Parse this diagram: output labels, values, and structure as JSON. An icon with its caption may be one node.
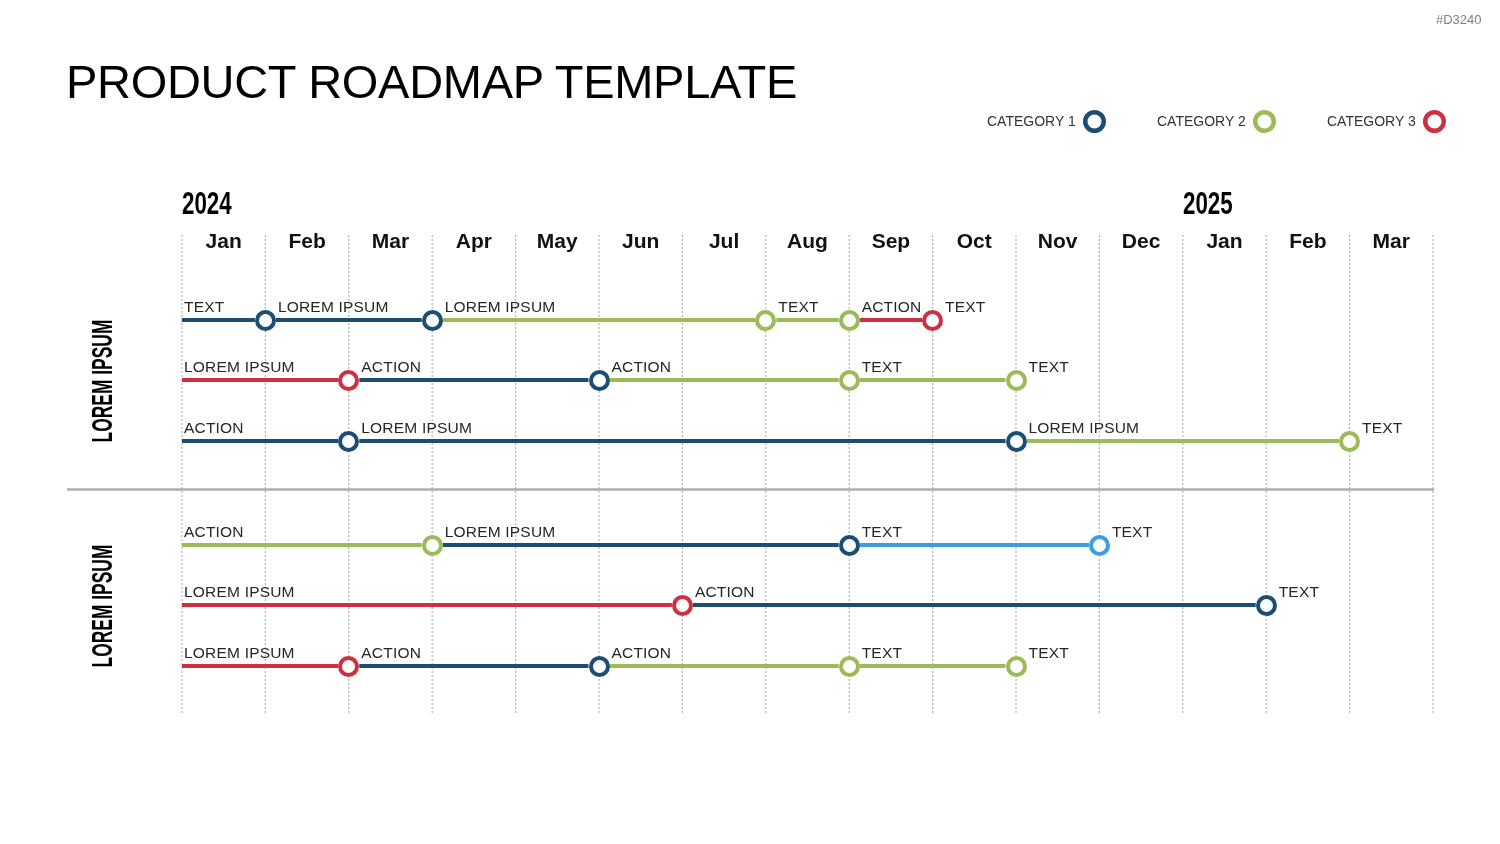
{
  "diagram": {
    "title": "PRODUCT ROADMAP TEMPLATE",
    "nodes": [
      {
        "text": [],
        "shape": "circle"
      },
      {
        "text": [],
        "shape": "circle"
      },
      {
        "text": [],
        "shape": "circle"
      },
      {
        "text": [],
        "shape": "circle"
      },
      {
        "text": [],
        "shape": "circle",
        "beside": [
          "TEXT"
        ]
      },
      {
        "text": [],
        "shape": "circle"
      },
      {
        "text": [],
        "shape": "circle"
      },
      {
        "text": [],
        "shape": "circle"
      },
      {
        "text": [],
        "shape": "circle",
        "beside": [
          "TEXT"
        ]
      },
      {
        "text": [],
        "shape": "circle"
      },
      {
        "text": [],
        "shape": "circle"
      },
      {
        "text": [],
        "shape": "circle",
        "beside": [
          "TEXT"
        ]
      },
      {
        "text": [],
        "shape": "circle"
      },
      {
        "text": [],
        "shape": "circle"
      },
      {
        "text": [],
        "shape": "circle",
        "beside": [
          "TEXT"
        ]
      },
      {
        "text": [],
        "shape": "circle"
      },
      {
        "text": [],
        "shape": "circle",
        "beside": [
          "TEXT"
        ]
      },
      {
        "text": [],
        "shape": "circle"
      },
      {
        "text": [],
        "shape": "circle"
      },
      {
        "text": [],
        "shape": "circle"
      },
      {
        "text": [],
        "shape": "circle",
        "beside": [
          "TEXT"
        ]
      }
    ],
    "edges": [
      {
        "from": null,
        "to": 0,
        "arrow": "none",
        "label": "TEXT",
        "color": "#1c4e74"
      },
      {
        "from": 0,
        "to": 1,
        "arrow": "none",
        "label": "LOREM IPSUM",
        "color": "#1c4e74"
      },
      {
        "from": 1,
        "to": 2,
        "arrow": "none",
        "label": "LOREM IPSUM",
        "color": "#9bbb59"
      },
      {
        "from": 2,
        "to": 3,
        "arrow": "none",
        "label": "TEXT",
        "color": "#9bbb59"
      },
      {
        "from": 3,
        "to": 4,
        "arrow": "none",
        "label": "ACTION",
        "color": "#cf3040"
      },
      {
        "from": null,
        "to": 5,
        "arrow": "none",
        "label": "LOREM IPSUM",
        "color": "#cf3040"
      },
      {
        "from": 5,
        "to": 6,
        "arrow": "none",
        "label": "ACTION",
        "color": "#1c4e74"
      },
      {
        "from": 6,
        "to": 7,
        "arrow": "none",
        "label": "ACTION",
        "color": "#9bbb59"
      },
      {
        "from": 7,
        "to": 8,
        "arrow": "none",
        "label": "TEXT",
        "color": "#9bbb59"
      },
      {
        "from": null,
        "to": 9,
        "arrow": "none",
        "label": "ACTION",
        "color": "#1c4e74"
      },
      {
        "from": 9,
        "to": 10,
        "arrow": "none",
        "label": "LOREM IPSUM",
        "color": "#1c4e74"
      },
      {
        "from": 10,
        "to": 11,
        "arrow": "none",
        "label": "LOREM IPSUM",
        "color": "#9bbb59"
      },
      {
        "from": null,
        "to": 12,
        "arrow": "none",
        "label": "ACTION",
        "color": "#9bbb59"
      },
      {
        "from": 12,
        "to": 13,
        "arrow": "none",
        "label": "LOREM IPSUM",
        "color": "#1c4e74"
      },
      {
        "from": 13,
        "to": 14,
        "arrow": "none",
        "label": "TEXT",
        "color": "#3a9ee0"
      },
      {
        "from": null,
        "to": 15,
        "arrow": "none",
        "label": "LOREM IPSUM",
        "color": "#cf3040"
      },
      {
        "from": 15,
        "to": 16,
        "arrow": "none",
        "label": "ACTION",
        "color": "#1c4e74"
      },
      {
        "from": null,
        "to": 17,
        "arrow": "none",
        "label": "LOREM IPSUM",
        "color": "#cf3040"
      },
      {
        "from": 17,
        "to": 18,
        "arrow": "none",
        "label": "ACTION",
        "color": "#1c4e74"
      },
      {
        "from": 18,
        "to": 19,
        "arrow": "none",
        "label": "ACTION",
        "color": "#9bbb59"
      },
      {
        "from": 19,
        "to": 20,
        "arrow": "none",
        "label": "TEXT",
        "color": "#9bbb59"
      }
    ],
    "labels": [
      "#D3240",
      "2024",
      "2025",
      "Jan",
      "Feb",
      "Mar",
      "Apr",
      "May",
      "Jun",
      "Jul",
      "Aug",
      "Sep",
      "Oct",
      "Nov",
      "Dec",
      "Jan",
      "Feb",
      "Mar",
      "LOREM IPSUM",
      "LOREM IPSUM"
    ],
    "legend": [
      {
        "text": "CATEGORY 1",
        "color": "#1c4e74"
      },
      {
        "text": "CATEGORY 2",
        "color": "#9bbb59"
      },
      {
        "text": "CATEGORY 3",
        "color": "#cf3040"
      }
    ]
  }
}
